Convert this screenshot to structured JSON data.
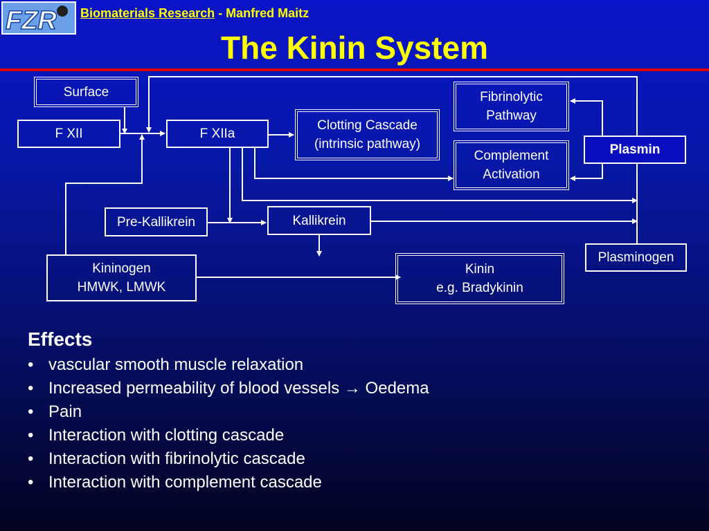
{
  "header": {
    "org_link": "Biomaterials Research",
    "separator_author": " - Manfred Maitz",
    "logo_text": "FZR"
  },
  "title": "The Kinin System",
  "diagram": {
    "surface": "Surface",
    "fxii": "F XII",
    "fxiia": "F XIIa",
    "clotting": "Clotting Cascade\n(intrinsic pathway)",
    "fibrinolytic": "Fibrinolytic\nPathway",
    "complement": "Complement\nActivation",
    "plasmin": "Plasmin",
    "prekallikrein": "Pre-Kallikrein",
    "kallikrein": "Kallikrein",
    "plasminogen": "Plasminogen",
    "kininogen": "Kininogen\nHMWK, LMWK",
    "kinin": "Kinin\ne.g. Bradykinin"
  },
  "effects": {
    "title": "Effects",
    "items": [
      "vascular smooth muscle relaxation",
      "Increased permeability of blood vessels → Oedema",
      "Pain",
      "Interaction with clotting cascade",
      "Interaction with fibrinolytic cascade",
      "Interaction with complement cascade"
    ]
  },
  "colors": {
    "title": "#ffff00",
    "rule": "#e00000",
    "lines": "#ffffff"
  }
}
